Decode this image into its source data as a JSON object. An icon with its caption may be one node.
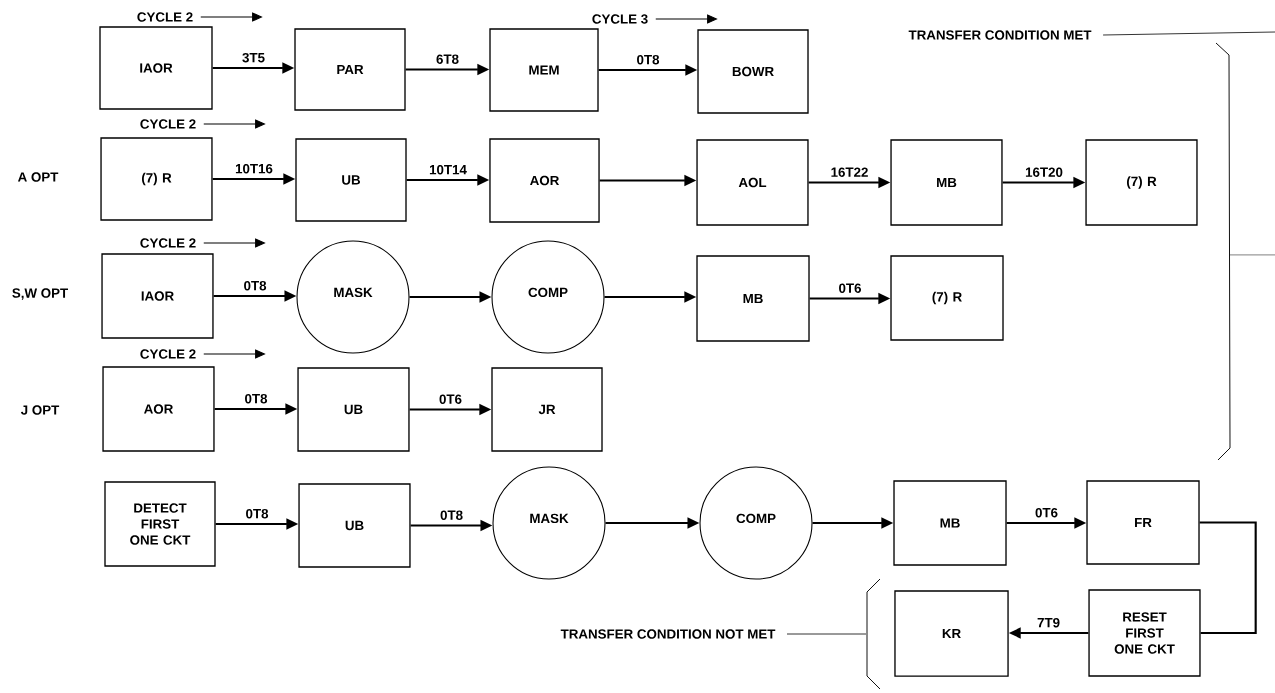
{
  "diagram": {
    "nodes": [
      {
        "text": [
          "IAOR"
        ]
      },
      {
        "text": [
          "PAR"
        ]
      },
      {
        "text": [
          "MEM"
        ]
      },
      {
        "text": [
          "BOWR"
        ]
      },
      {
        "text": [
          "(7) R"
        ]
      },
      {
        "text": [
          "UB"
        ]
      },
      {
        "text": [
          "AOR"
        ]
      },
      {
        "text": [
          "AOL"
        ]
      },
      {
        "text": [
          "MB"
        ]
      },
      {
        "text": [
          "(7) R"
        ]
      },
      {
        "text": [
          "IAOR"
        ]
      },
      {
        "text": [
          "MASK"
        ]
      },
      {
        "text": [
          "COMP"
        ]
      },
      {
        "text": [
          "MB"
        ]
      },
      {
        "text": [
          "(7) R"
        ]
      },
      {
        "text": [
          "AOR"
        ]
      },
      {
        "text": [
          "UB"
        ]
      },
      {
        "text": [
          "JR"
        ]
      },
      {
        "text": [
          "DETECT FIRST ONE CKT"
        ]
      },
      {
        "text": [
          "UB"
        ]
      },
      {
        "text": [
          "MASK"
        ]
      },
      {
        "text": [
          "COMP"
        ]
      },
      {
        "text": [
          "MB"
        ]
      },
      {
        "text": [
          "FR"
        ]
      },
      {
        "text": [
          "KR"
        ]
      },
      {
        "text": [
          "RESET FIRST ONE CKT"
        ]
      }
    ],
    "edges": [
      {
        "from": 0,
        "to": 1,
        "arrow": "to",
        "label": "3T5"
      },
      {
        "from": 1,
        "to": 2,
        "arrow": "to",
        "label": "6T8"
      },
      {
        "from": 2,
        "to": 3,
        "arrow": "to",
        "label": "0T8"
      },
      {
        "from": 4,
        "to": 5,
        "arrow": "to",
        "label": "10T16"
      },
      {
        "from": 5,
        "to": 6,
        "arrow": "to",
        "label": "10T14"
      },
      {
        "from": 6,
        "to": 7,
        "arrow": "to"
      },
      {
        "from": 7,
        "to": 8,
        "arrow": "to",
        "label": "16T22"
      },
      {
        "from": 8,
        "to": 9,
        "arrow": "to",
        "label": "16T20"
      },
      {
        "from": 10,
        "to": 11,
        "arrow": "to",
        "label": "0T8"
      },
      {
        "from": 11,
        "to": 12,
        "arrow": "to"
      },
      {
        "from": 12,
        "to": 13,
        "arrow": "to"
      },
      {
        "from": 13,
        "to": 14,
        "arrow": "to",
        "label": "0T6"
      },
      {
        "from": 15,
        "to": 16,
        "arrow": "to",
        "label": "0T8"
      },
      {
        "from": 16,
        "to": 17,
        "arrow": "to",
        "label": "0T6"
      },
      {
        "from": 18,
        "to": 19,
        "arrow": "to",
        "label": "0T8"
      },
      {
        "from": 19,
        "to": 20,
        "arrow": "to",
        "label": "0T8"
      },
      {
        "from": 20,
        "to": 21,
        "arrow": "to"
      },
      {
        "from": 21,
        "to": 22,
        "arrow": "to"
      },
      {
        "from": 22,
        "to": 23,
        "arrow": "to",
        "label": "0T6"
      },
      {
        "from": 23,
        "to": 25,
        "arrow": "none"
      },
      {
        "from": 25,
        "to": 24,
        "arrow": "to",
        "label": "7T9"
      }
    ],
    "labels": [
      "CYCLE 2",
      "CYCLE 3",
      "TRANSFER CONDITION MET",
      "CYCLE 2",
      "A OPT",
      "CYCLE 2",
      "S,W OPT",
      "CYCLE 2",
      "J OPT",
      "TRANSFER CONDITION NOT MET"
    ]
  }
}
